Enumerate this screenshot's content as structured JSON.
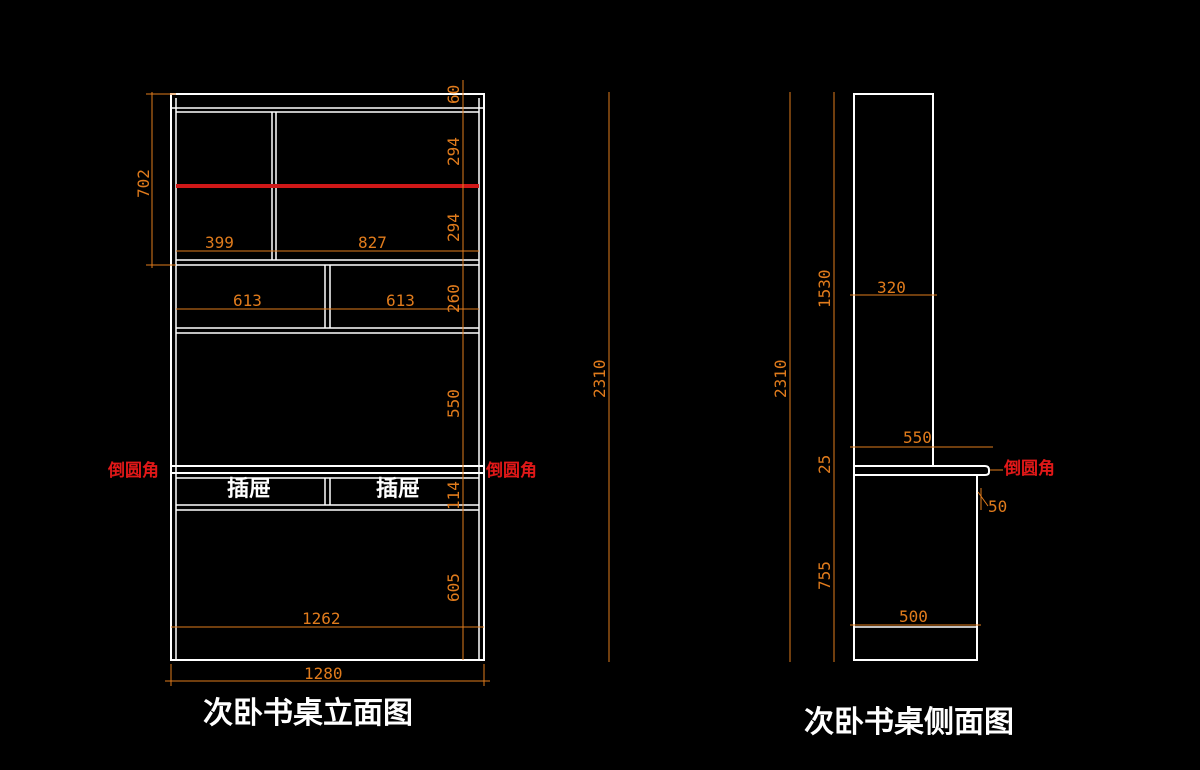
{
  "front_view": {
    "title": "次卧书桌立面图",
    "drawer_label": "插屉",
    "fillet_label": "倒圆角",
    "dims": {
      "top_gap": "60",
      "shelf_upper": "294",
      "shelf_lower": "294",
      "upper_total": "702",
      "left_width": "399",
      "right_width": "827",
      "drawer_left": "613",
      "drawer_right": "613",
      "drawer_row_h": "260",
      "open_space_h": "550",
      "pullout_h": "114",
      "bottom_h": "605",
      "inner_width": "1262",
      "overall_width": "1280",
      "overall_height": "2310"
    }
  },
  "side_view": {
    "title": "次卧书桌侧面图",
    "fillet_label": "倒圆角",
    "dims": {
      "overall_height": "2310",
      "upper_h": "1530",
      "upper_depth": "320",
      "desk_depth": "550",
      "top_thickness": "25",
      "lower_h": "755",
      "base_depth": "500",
      "overhang": "50"
    }
  },
  "colors": {
    "background": "#000000",
    "lines": "#ffffff",
    "dimensions": "#e07b1c",
    "highlight": "#d01818"
  }
}
